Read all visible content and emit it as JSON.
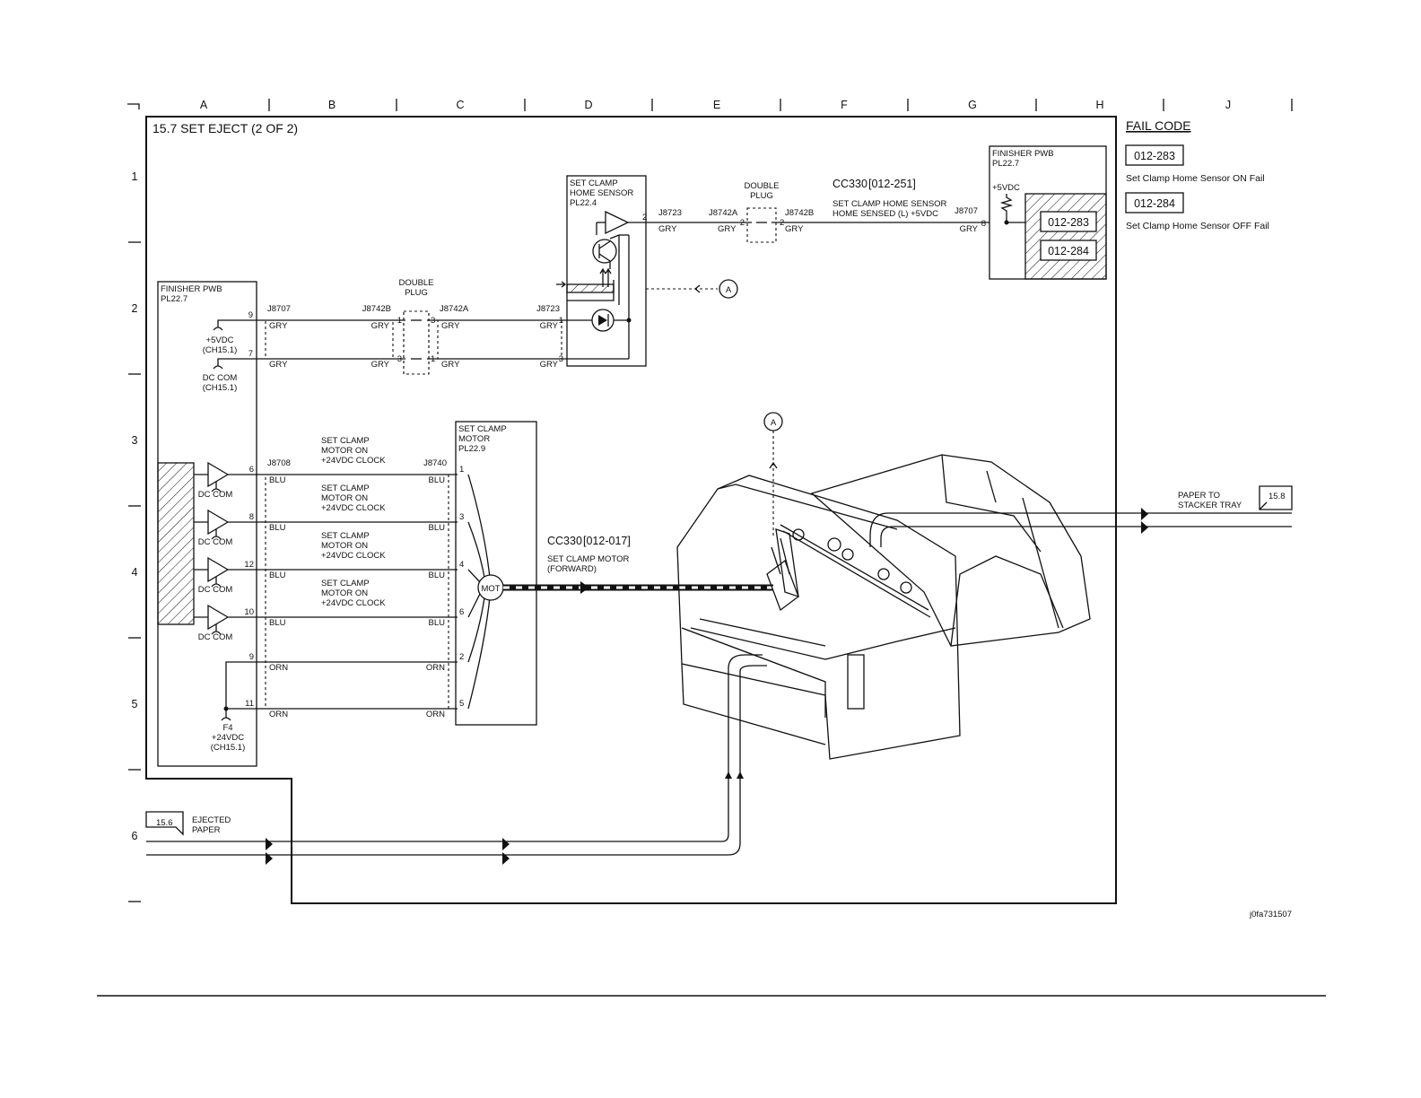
{
  "title": "15.7 SET EJECT (2 OF 2)",
  "grid": {
    "columns": [
      "A",
      "B",
      "C",
      "D",
      "E",
      "F",
      "G",
      "H",
      "J"
    ],
    "rows": [
      "1",
      "2",
      "3",
      "4",
      "5",
      "6"
    ]
  },
  "fail_code": {
    "heading": "FAIL CODE",
    "items": [
      {
        "code": "012-283",
        "desc": "Set Clamp Home Sensor ON Fail"
      },
      {
        "code": "012-284",
        "desc": "Set Clamp Home Sensor OFF Fail"
      }
    ]
  },
  "finisher_pwb_left": {
    "name": "FINISHER PWB",
    "ref": "PL22.7"
  },
  "finisher_pwb_right": {
    "name": "FINISHER PWB",
    "ref": "PL22.7",
    "supply": "+5VDC",
    "codes": [
      "012-283",
      "012-284"
    ]
  },
  "sensor": {
    "name": "SET CLAMP HOME SENSOR",
    "line1": "SET CLAMP",
    "line2": "HOME SENSOR",
    "ref": "PL22.4"
  },
  "motor": {
    "line1": "SET CLAMP",
    "line2": "MOTOR",
    "ref": "PL22.9",
    "label": "MOT"
  },
  "double_plug": {
    "line1": "DOUBLE",
    "line2": "PLUG"
  },
  "connectors": {
    "j8707": "J8707",
    "j8742b": "J8742B",
    "j8742a": "J8742A",
    "j8723": "J8723",
    "j8708": "J8708",
    "j8740": "J8740"
  },
  "wires": {
    "gry": "GRY",
    "blu": "BLU",
    "orn": "ORN"
  },
  "pins": {
    "p1": "1",
    "p2": "2",
    "p3": "3",
    "p4": "4",
    "p5": "5",
    "p6": "6",
    "p7": "7",
    "p8": "8",
    "p9": "9",
    "p10": "10",
    "p11": "11",
    "p12": "12"
  },
  "supplies": {
    "vdc5": "+5VDC",
    "ch151": "(CH15.1)",
    "dccom": "DC COM",
    "f4": "F4",
    "vdc24": "+24VDC"
  },
  "signals": {
    "cc330_sensor": "CC330",
    "code_sensor": "[012-251]",
    "sensor_l1": "SET CLAMP HOME SENSOR",
    "sensor_l2": "HOME SENSED (L) +5VDC",
    "motor_on_l1": "SET CLAMP",
    "motor_on_l2": "MOTOR ON",
    "motor_on_l3": "+24VDC CLOCK",
    "cc330_motor": "CC330",
    "code_motor": "[012-017]",
    "motor_sig_l1": "SET CLAMP  MOTOR",
    "motor_sig_l2": "(FORWARD)"
  },
  "refs": {
    "marker": "A",
    "ejected_ref": "15.6",
    "ejected_l1": "EJECTED",
    "ejected_l2": "PAPER",
    "stacker_ref": "15.8",
    "stacker_l1": "PAPER TO",
    "stacker_l2": "STACKER TRAY"
  },
  "figure_id": "j0fa731507"
}
